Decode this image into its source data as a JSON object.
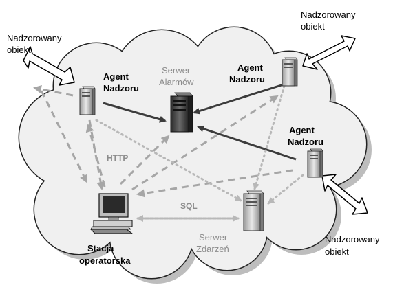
{
  "labels": {
    "obj_top_left_1": "Nadzorowany",
    "obj_top_left_2": "obiekt",
    "obj_top_right_1": "Nadzorowany",
    "obj_top_right_2": "obiekt",
    "obj_bottom_right_1": "Nadzorowany",
    "obj_bottom_right_2": "obiekt",
    "agent_left_1": "Agent",
    "agent_left_2": "Nadzoru",
    "alarm_server_1": "Serwer",
    "alarm_server_2": "Alarmów",
    "agent_top_right_1": "Agent",
    "agent_top_right_2": "Nadzoru",
    "agent_right_1": "Agent",
    "agent_right_2": "Nadzoru",
    "http": "HTTP",
    "sql": "SQL",
    "event_server_1": "Serwer",
    "event_server_2": "Zdarzeń",
    "operator_1": "Stacja",
    "operator_2": "operatorska"
  },
  "icons": {
    "server": "server-tower-icon",
    "workstation": "computer-workstation-icon",
    "cloud": "cloud-network-icon"
  },
  "colors": {
    "cloud_fill": "#f0f0f0",
    "cloud_shadow": "#bdbdbd",
    "cloud_stroke": "#222222",
    "dark_arrow": "#3c3c3c",
    "dashed_arrow": "#a6a6a6",
    "dotted_arrow": "#b8b8b8",
    "label_gray": "#8c8c8c"
  }
}
